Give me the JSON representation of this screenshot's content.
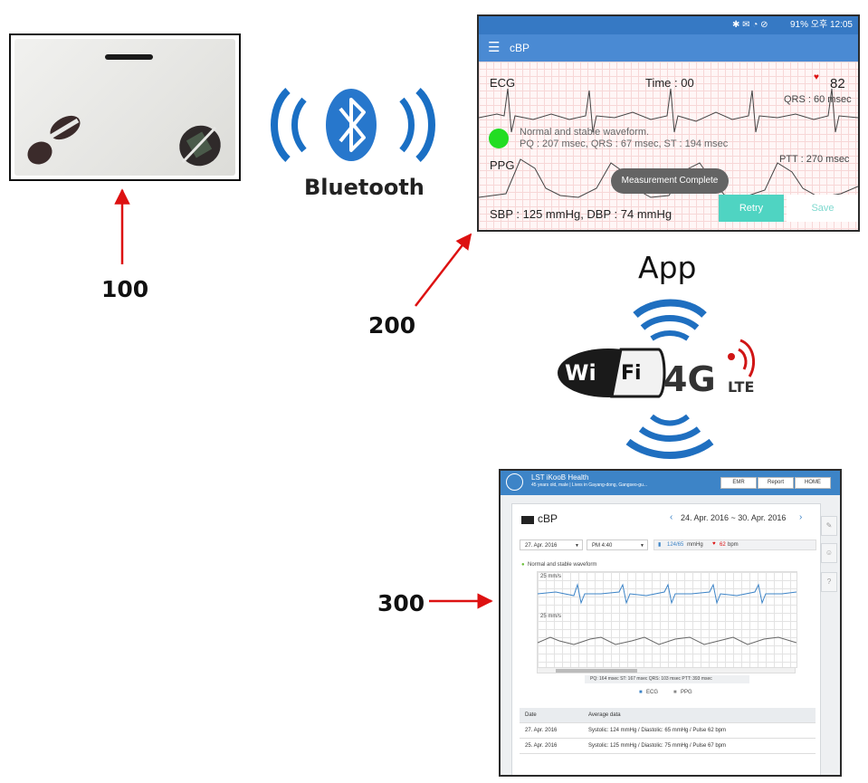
{
  "labels": {
    "device": "100",
    "phone": "200",
    "web": "300",
    "bluetooth": "Bluetooth",
    "app": "App"
  },
  "network": {
    "wifi_left": "Wi",
    "wifi_right": "Fi",
    "fourg": "4G",
    "lte": "LTE"
  },
  "phone": {
    "status_bar": "91% 오후 12:05",
    "app_title": "cBP",
    "ecg_label": "ECG",
    "time_label": "Time : 00",
    "heart_rate": "82",
    "qrs_label": "QRS : 60 msec",
    "waveform_status": "Normal and stable waveform.",
    "intervals": "PQ : 207 msec, QRS : 67 msec, ST : 194 msec",
    "ppg_label": "PPG",
    "ptt_label": "PTT : 270 msec",
    "toast": "Measurement Complete",
    "bp_result": "SBP : 125 mmHg, DBP : 74 mmHg",
    "retry_label": "Retry",
    "save_label": "Save",
    "colors": {
      "status_bar": "#3679c4",
      "toolbar": "#4a8ad3",
      "ok_dot": "#22dd22",
      "retry": "#4fd4c2"
    }
  },
  "web": {
    "brand": "LST iKooB Health",
    "user_info": "45 years old, male | Lives in Gayang-dong, Gangseo-gu...",
    "nav": [
      "EMR",
      "Report",
      "HOME"
    ],
    "section_title": "cBP",
    "date_range": "24. Apr. 2016 ~ 30. Apr. 2016",
    "date_select": "27. Apr. 2016",
    "time_select": "PM 4:40",
    "bp_badge": "124/65",
    "bp_unit": "mmHg",
    "pulse_badge": "62",
    "pulse_unit": "bpm",
    "waveform_status": "Normal and stable waveform",
    "ecg_scale": "25 mm/s",
    "ppg_scale": "25 mm/s",
    "intervals": "PQ: 164 msec   ST: 167 msec   QRS: 103 msec   PTT: 393 msec",
    "legend": [
      {
        "name": "ECG",
        "color": "#3d84c7"
      },
      {
        "name": "PPG",
        "color": "#888888"
      }
    ],
    "table": {
      "headers": [
        "Date",
        "Average data"
      ],
      "rows": [
        [
          "27. Apr. 2016",
          "Systolic: 124 mmHg / Diastolic: 65 mmHg / Pulse 62 bpm"
        ],
        [
          "25. Apr. 2016",
          "Systolic: 125 mmHg / Diastolic: 75 mmHg / Pulse 67 bpm"
        ]
      ]
    }
  },
  "colors": {
    "arrows": "#dd1111",
    "bluetooth": "#1a6fc4",
    "wifi_waves": "#1f6fc0"
  }
}
